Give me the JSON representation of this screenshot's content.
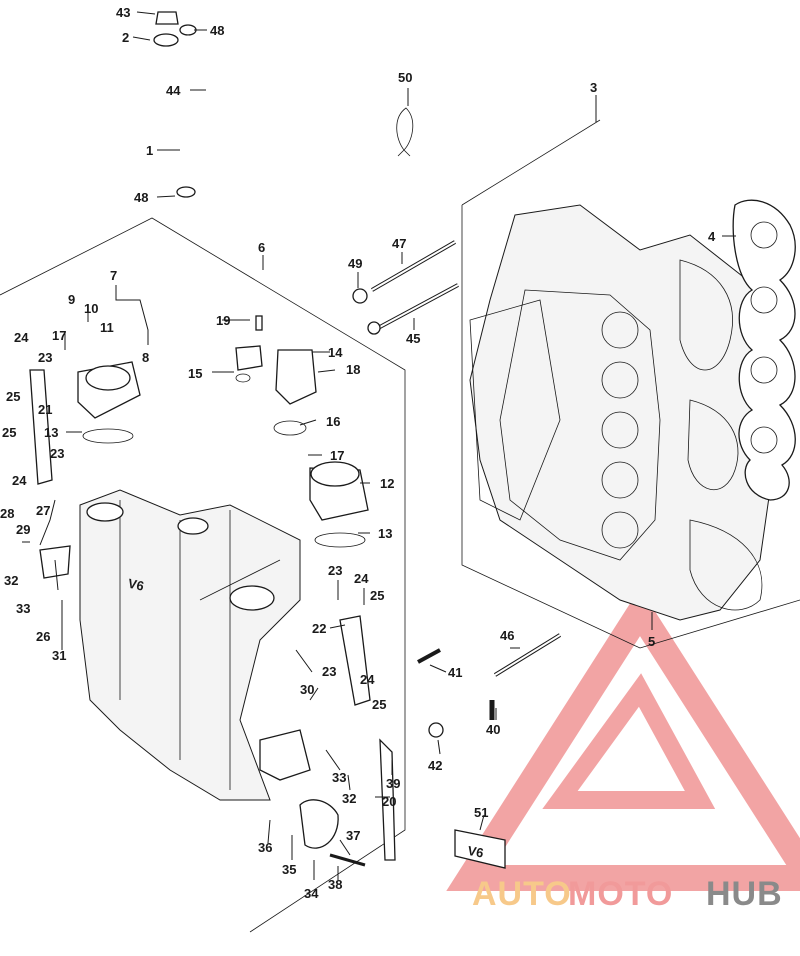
{
  "callouts": [
    {
      "id": "c43",
      "text": "43"
    },
    {
      "id": "c2",
      "text": "2"
    },
    {
      "id": "c48a",
      "text": "48"
    },
    {
      "id": "c44",
      "text": "44"
    },
    {
      "id": "c1",
      "text": "1"
    },
    {
      "id": "c48b",
      "text": "48"
    },
    {
      "id": "c50",
      "text": "50"
    },
    {
      "id": "c3",
      "text": "3"
    },
    {
      "id": "c4",
      "text": "4"
    },
    {
      "id": "c6",
      "text": "6"
    },
    {
      "id": "c47",
      "text": "47"
    },
    {
      "id": "c49",
      "text": "49"
    },
    {
      "id": "c45",
      "text": "45"
    },
    {
      "id": "c7",
      "text": "7"
    },
    {
      "id": "c9",
      "text": "9"
    },
    {
      "id": "c10",
      "text": "10"
    },
    {
      "id": "c11",
      "text": "11"
    },
    {
      "id": "c8",
      "text": "8"
    },
    {
      "id": "c17a",
      "text": "17"
    },
    {
      "id": "c24a",
      "text": "24"
    },
    {
      "id": "c23a",
      "text": "23"
    },
    {
      "id": "c25a",
      "text": "25"
    },
    {
      "id": "c21",
      "text": "21"
    },
    {
      "id": "c13a",
      "text": "13"
    },
    {
      "id": "c25b",
      "text": "25"
    },
    {
      "id": "c23b",
      "text": "23"
    },
    {
      "id": "c24b",
      "text": "24"
    },
    {
      "id": "c19",
      "text": "19"
    },
    {
      "id": "c15",
      "text": "15"
    },
    {
      "id": "c14",
      "text": "14"
    },
    {
      "id": "c18",
      "text": "18"
    },
    {
      "id": "c16",
      "text": "16"
    },
    {
      "id": "c17b",
      "text": "17"
    },
    {
      "id": "c12",
      "text": "12"
    },
    {
      "id": "c13b",
      "text": "13"
    },
    {
      "id": "c28",
      "text": "28"
    },
    {
      "id": "c27",
      "text": "27"
    },
    {
      "id": "c29",
      "text": "29"
    },
    {
      "id": "c32a",
      "text": "32"
    },
    {
      "id": "c33a",
      "text": "33"
    },
    {
      "id": "c26",
      "text": "26"
    },
    {
      "id": "c31",
      "text": "31"
    },
    {
      "id": "c23c",
      "text": "23"
    },
    {
      "id": "c24c",
      "text": "24"
    },
    {
      "id": "c25c",
      "text": "25"
    },
    {
      "id": "c22",
      "text": "22"
    },
    {
      "id": "c23d",
      "text": "23"
    },
    {
      "id": "c30",
      "text": "30"
    },
    {
      "id": "c24d",
      "text": "24"
    },
    {
      "id": "c25d",
      "text": "25"
    },
    {
      "id": "c33b",
      "text": "33"
    },
    {
      "id": "c32b",
      "text": "32"
    },
    {
      "id": "c39",
      "text": "39"
    },
    {
      "id": "c20",
      "text": "20"
    },
    {
      "id": "c36",
      "text": "36"
    },
    {
      "id": "c35",
      "text": "35"
    },
    {
      "id": "c34",
      "text": "34"
    },
    {
      "id": "c37",
      "text": "37"
    },
    {
      "id": "c38",
      "text": "38"
    },
    {
      "id": "c41",
      "text": "41"
    },
    {
      "id": "c46",
      "text": "46"
    },
    {
      "id": "c5",
      "text": "5"
    },
    {
      "id": "c40",
      "text": "40"
    },
    {
      "id": "c42",
      "text": "42"
    },
    {
      "id": "c51",
      "text": "51"
    }
  ],
  "housing_badge": "V6",
  "emblem_badge": "V6",
  "watermark": {
    "text_auto": "AUTO",
    "text_moto": "MOTO",
    "text_hub": "HUB",
    "color_primary": "#f19a9a",
    "color_secondary": "#f7c98a",
    "color_hub": "#8a8a8a"
  },
  "colors": {
    "line": "#1a1a1a",
    "background": "#ffffff"
  }
}
